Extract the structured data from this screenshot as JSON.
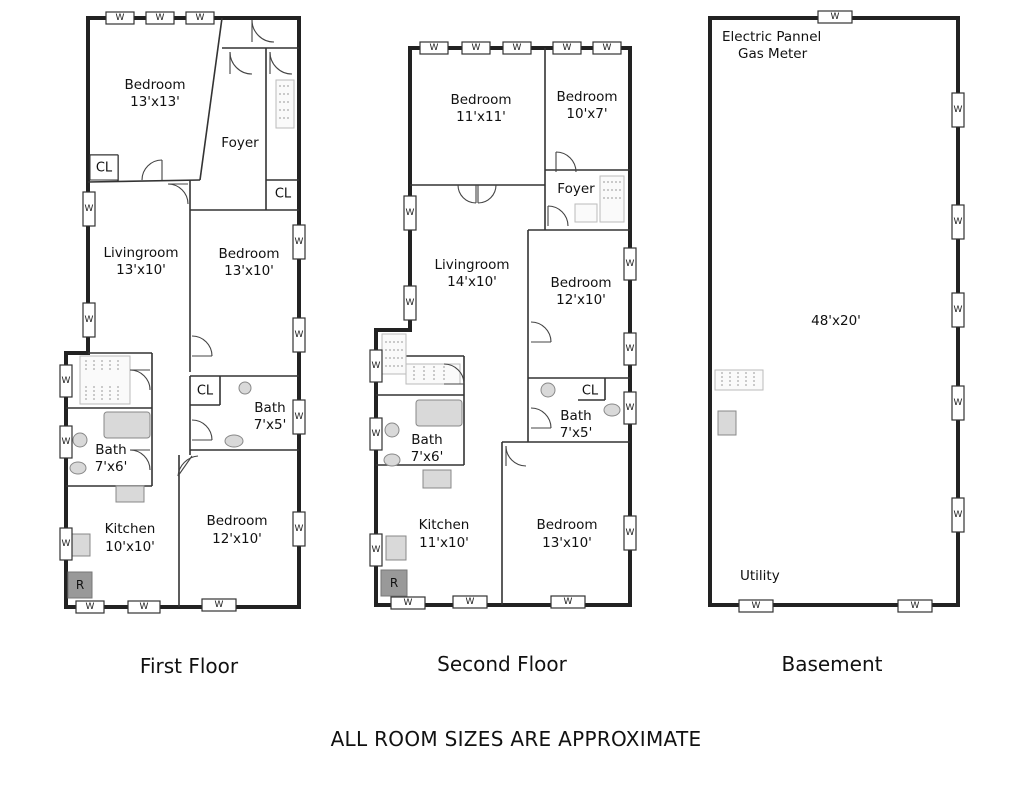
{
  "window_label": "W",
  "closet_label": "CL",
  "refrigerator_label": "R",
  "floors": {
    "first": {
      "title": "First Floor",
      "rooms": {
        "bedroom_top": {
          "name": "Bedroom",
          "size": "13'x13'"
        },
        "foyer": {
          "name": "Foyer"
        },
        "livingroom": {
          "name": "Livingroom",
          "size": "13'x10'"
        },
        "bedroom_mid": {
          "name": "Bedroom",
          "size": "13'x10'"
        },
        "bath_left": {
          "name": "Bath",
          "size": "7'x6'"
        },
        "bath_right": {
          "name": "Bath",
          "size": "7'x5'"
        },
        "kitchen": {
          "name": "Kitchen",
          "size": "10'x10'"
        },
        "bedroom_bottom": {
          "name": "Bedroom",
          "size": "12'x10'"
        }
      }
    },
    "second": {
      "title": "Second Floor",
      "rooms": {
        "bedroom_top_left": {
          "name": "Bedroom",
          "size": "11'x11'"
        },
        "bedroom_top_right": {
          "name": "Bedroom",
          "size": "10'x7'"
        },
        "foyer": {
          "name": "Foyer"
        },
        "livingroom": {
          "name": "Livingroom",
          "size": "14'x10'"
        },
        "bedroom_mid": {
          "name": "Bedroom",
          "size": "12'x10'"
        },
        "bath_right": {
          "name": "Bath",
          "size": "7'x5'"
        },
        "bath_left": {
          "name": "Bath",
          "size": "7'x6'"
        },
        "kitchen": {
          "name": "Kitchen",
          "size": "11'x10'"
        },
        "bedroom_bottom": {
          "name": "Bedroom",
          "size": "13'x10'"
        }
      }
    },
    "basement": {
      "title": "Basement",
      "electric": "Electric Pannel",
      "gas": "Gas Meter",
      "size": "48'x20'",
      "utility": "Utility"
    }
  },
  "footnote": "ALL ROOM SIZES ARE APPROXIMATE"
}
